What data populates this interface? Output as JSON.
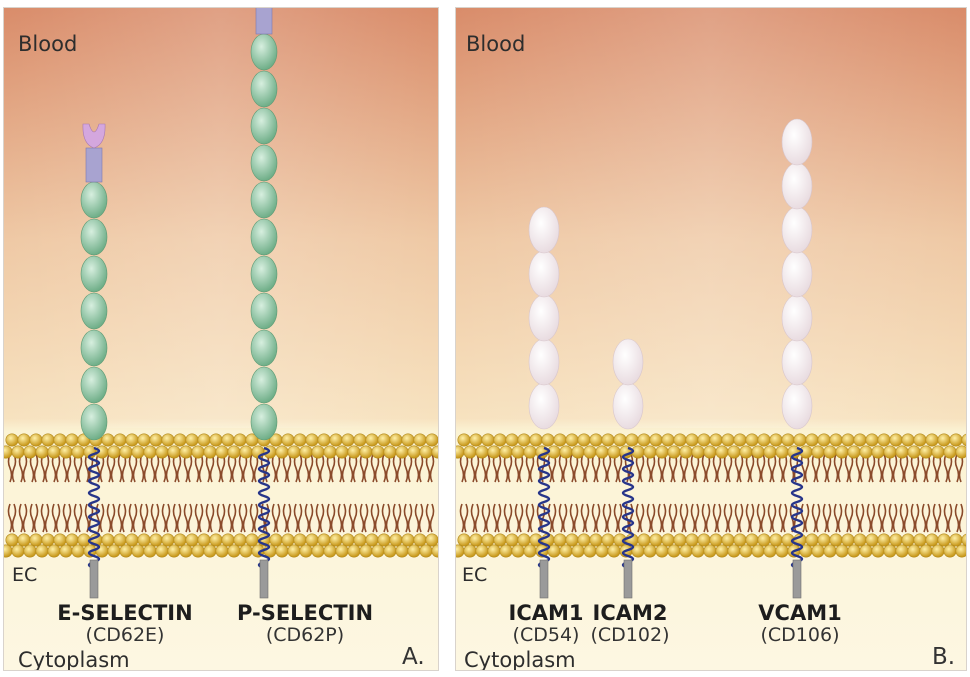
{
  "panel_a": {
    "blood_label": "Blood",
    "ec_label": "EC",
    "cytoplasm_label": "Cytoplasm",
    "panel_letter": "A.",
    "molecules": [
      {
        "name": "E-SELECTIN",
        "code": "(CD62E)",
        "type": "selectin",
        "domains": 7
      },
      {
        "name": "P-SELECTIN",
        "code": "(CD62P)",
        "type": "selectin",
        "domains": 11
      }
    ]
  },
  "panel_b": {
    "blood_label": "Blood",
    "ec_label": "EC",
    "cytoplasm_label": "Cytoplasm",
    "panel_letter": "B.",
    "molecules": [
      {
        "name": "ICAM1",
        "code": "(CD54)",
        "type": "ig",
        "domains": 5
      },
      {
        "name": "ICAM2",
        "code": "(CD102)",
        "type": "ig",
        "domains": 2
      },
      {
        "name": "VCAM1",
        "code": "(CD106)",
        "type": "ig",
        "domains": 7
      }
    ]
  },
  "colors": {
    "blood_top": "#d98c6a",
    "blood_mid": "#efc9a5",
    "cytoplasm": "#fbf3d4",
    "lipid_head": "#e0b93a",
    "lipid_tail": "#8a4a2a",
    "selectin_domain": "#97c9a9",
    "lectin_tip": "#d4a7de",
    "egf_box": "#a8a3d0",
    "ig_domain": "#f4ecee",
    "helix": "#27358a",
    "stalk": "#9a9a9a"
  }
}
